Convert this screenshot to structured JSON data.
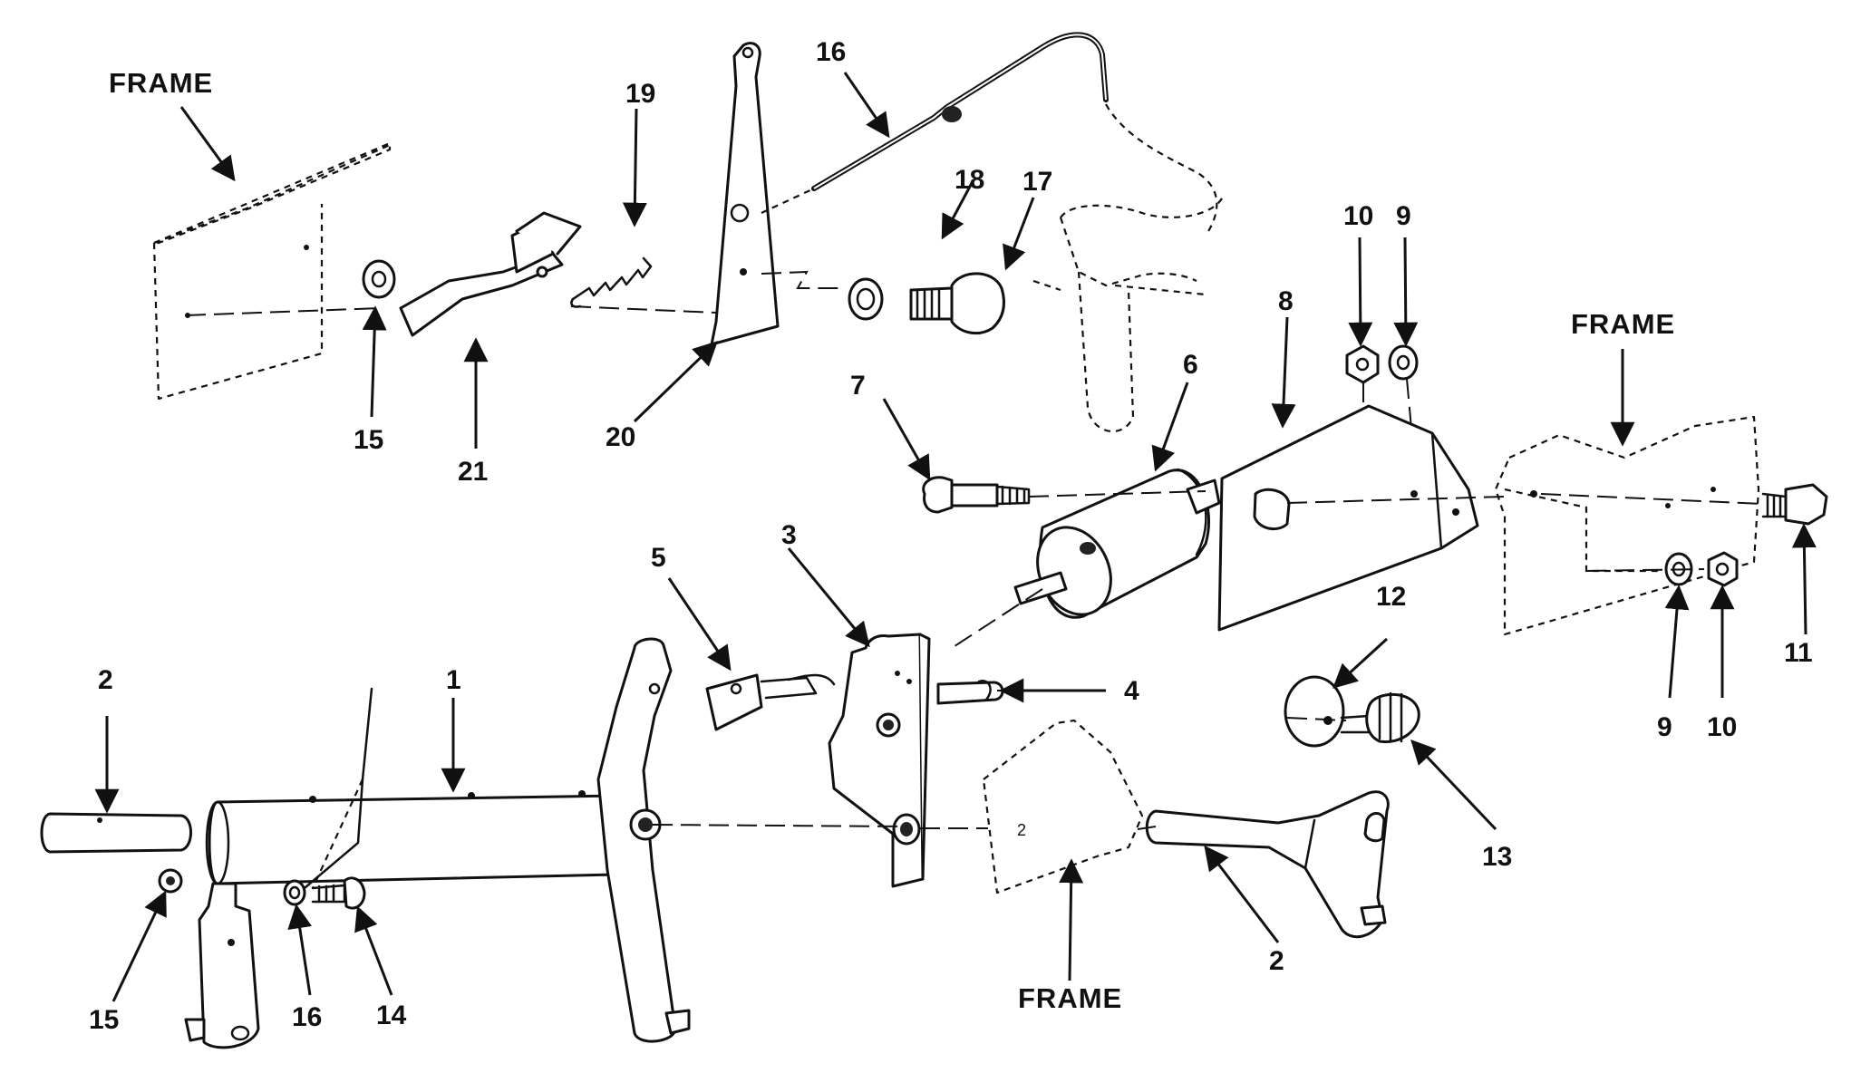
{
  "labels": {
    "frame": "FRAME",
    "p1": "1",
    "p2": "2",
    "p3": "3",
    "p4": "4",
    "p5": "5",
    "p6": "6",
    "p7": "7",
    "p8": "8",
    "p9": "9",
    "p10": "10",
    "p11": "11",
    "p12": "12",
    "p13": "13",
    "p14": "14",
    "p15": "15",
    "p16": "16",
    "p17": "17",
    "p18": "18",
    "p19": "19",
    "p20": "20",
    "p21": "21"
  }
}
